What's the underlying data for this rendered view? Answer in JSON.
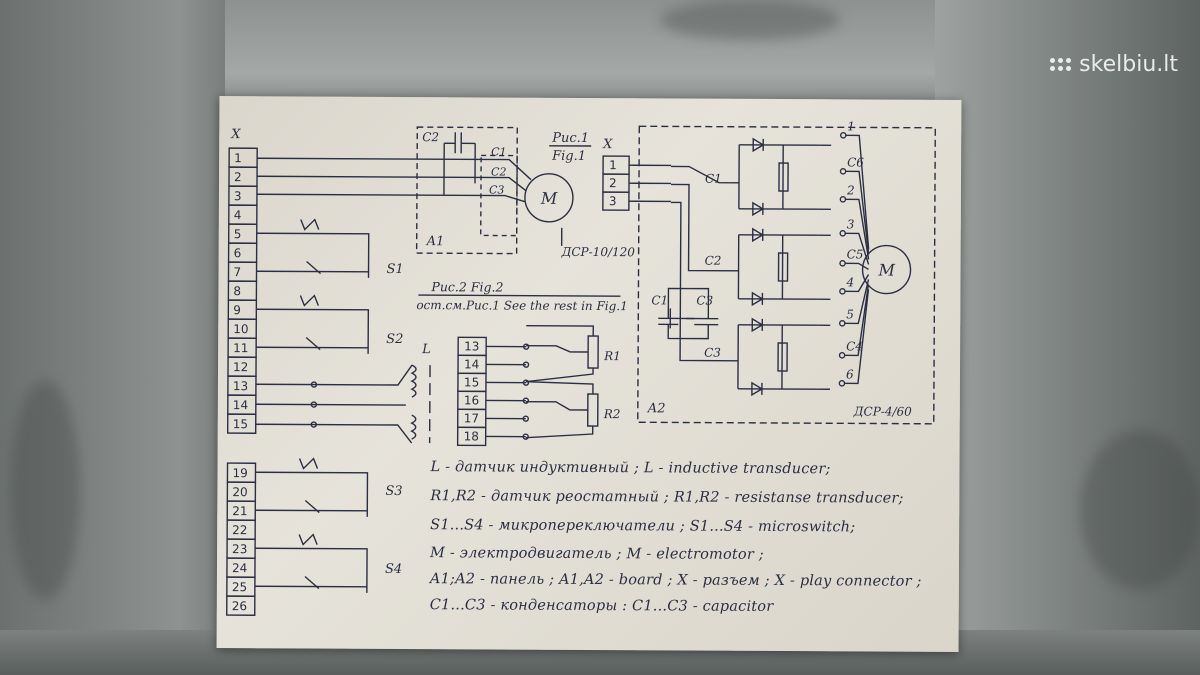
{
  "watermark": "skelbiu.lt",
  "connector_x": {
    "label": "X",
    "pins": [
      "1",
      "2",
      "3",
      "4",
      "5",
      "6",
      "7",
      "8",
      "9",
      "10",
      "11",
      "12",
      "13",
      "14",
      "15",
      "19",
      "20",
      "21",
      "22",
      "23",
      "24",
      "25",
      "26"
    ]
  },
  "connector_x2": {
    "label": "X",
    "pins": [
      "1",
      "2",
      "3"
    ]
  },
  "panel_r": {
    "pins": [
      "13",
      "14",
      "15",
      "16",
      "17",
      "18"
    ]
  },
  "fig1": {
    "title_ru": "Рис.1",
    "title_en": "Fig.1",
    "model": "ДСР-10/120",
    "board": "A1",
    "motor": "M",
    "c2": "C2",
    "tap1": "C1",
    "tap2": "C2",
    "tap3": "C3"
  },
  "fig2": {
    "title": "Рис.2  Fig.2",
    "note": "ост.см.Рис.1  See the rest in Fig.1"
  },
  "right_circuit": {
    "board": "A2",
    "model": "ДСР-4/60",
    "motor": "M",
    "c1": "C1",
    "c2": "C2",
    "c3": "C3",
    "cap1": "C1",
    "cap3": "C3",
    "out": [
      "1",
      "C6",
      "2",
      "3",
      "C5",
      "4",
      "5",
      "C4",
      "6"
    ]
  },
  "switches": {
    "s1": "S1",
    "s2": "S2",
    "s3": "S3",
    "s4": "S4",
    "l": "L"
  },
  "resistors": {
    "r1": "R1",
    "r2": "R2"
  },
  "legend": [
    "L - датчик индуктивный ;  L - inductive transducer;",
    "R1,R2 - датчик реостатный ;  R1,R2 - resistanse transducer;",
    "S1...S4 - микропереключатели ;  S1...S4 - microswitch;",
    "M - электродвигатель ;  M - electromotor ;",
    "A1;A2 - панель ;  A1,A2 - board ;  X - разъем ; X - play connector ;",
    "C1...C3 - конденсаторы :   C1...C3 - capacitor"
  ]
}
